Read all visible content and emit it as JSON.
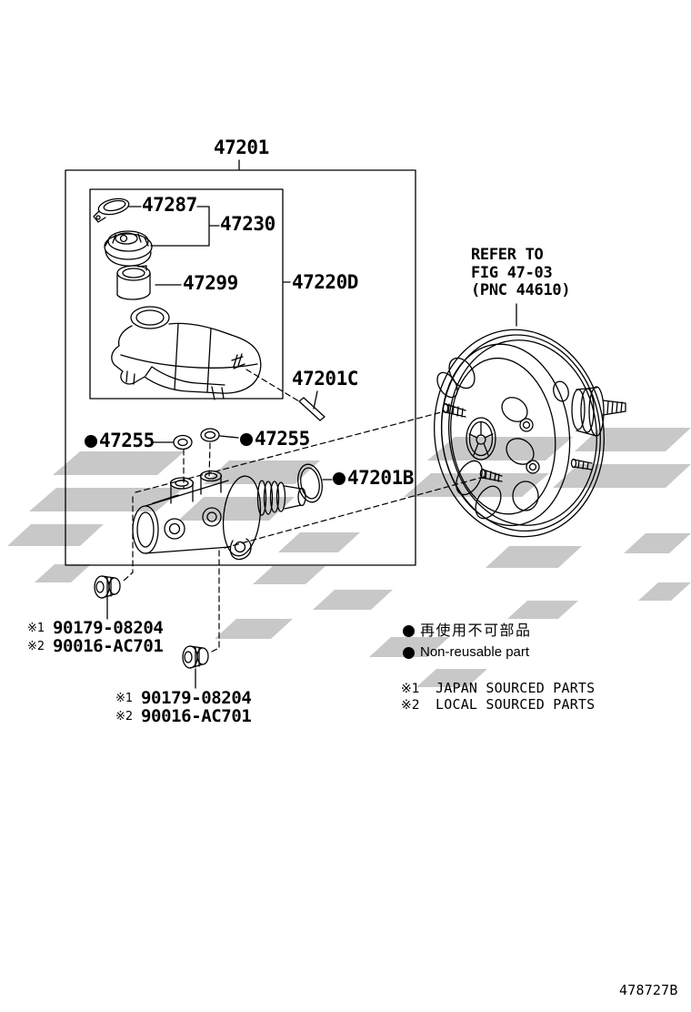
{
  "figure": {
    "code": "478727B"
  },
  "colors": {
    "line": "#000000",
    "background": "#ffffff",
    "watermark": "#c8c8c8"
  },
  "parts": {
    "assembly": "47201",
    "cap_seal": "47287",
    "cap": "47230",
    "strainer": "47299",
    "reservoir_assy": "47220D",
    "pin": "47201C",
    "grommet_left": "47255",
    "grommet_right": "47255",
    "oring": "47201B"
  },
  "nut_labels": {
    "japan": {
      "ref": "※1",
      "part": "90179-08204"
    },
    "local": {
      "ref": "※2",
      "part": "90016-AC701"
    }
  },
  "booster_ref": {
    "line1": "REFER TO",
    "line2": "FIG 47-03",
    "line3": "(PNC 44610)"
  },
  "legend": {
    "bullet_icon": "filled-circle",
    "nonreusable_jp": "再使用不可部品",
    "nonreusable_en": "Non-reusable part",
    "sourced1_ref": "※1",
    "sourced1": "JAPAN SOURCED PARTS",
    "sourced2_ref": "※2",
    "sourced2": "LOCAL SOURCED PARTS"
  }
}
